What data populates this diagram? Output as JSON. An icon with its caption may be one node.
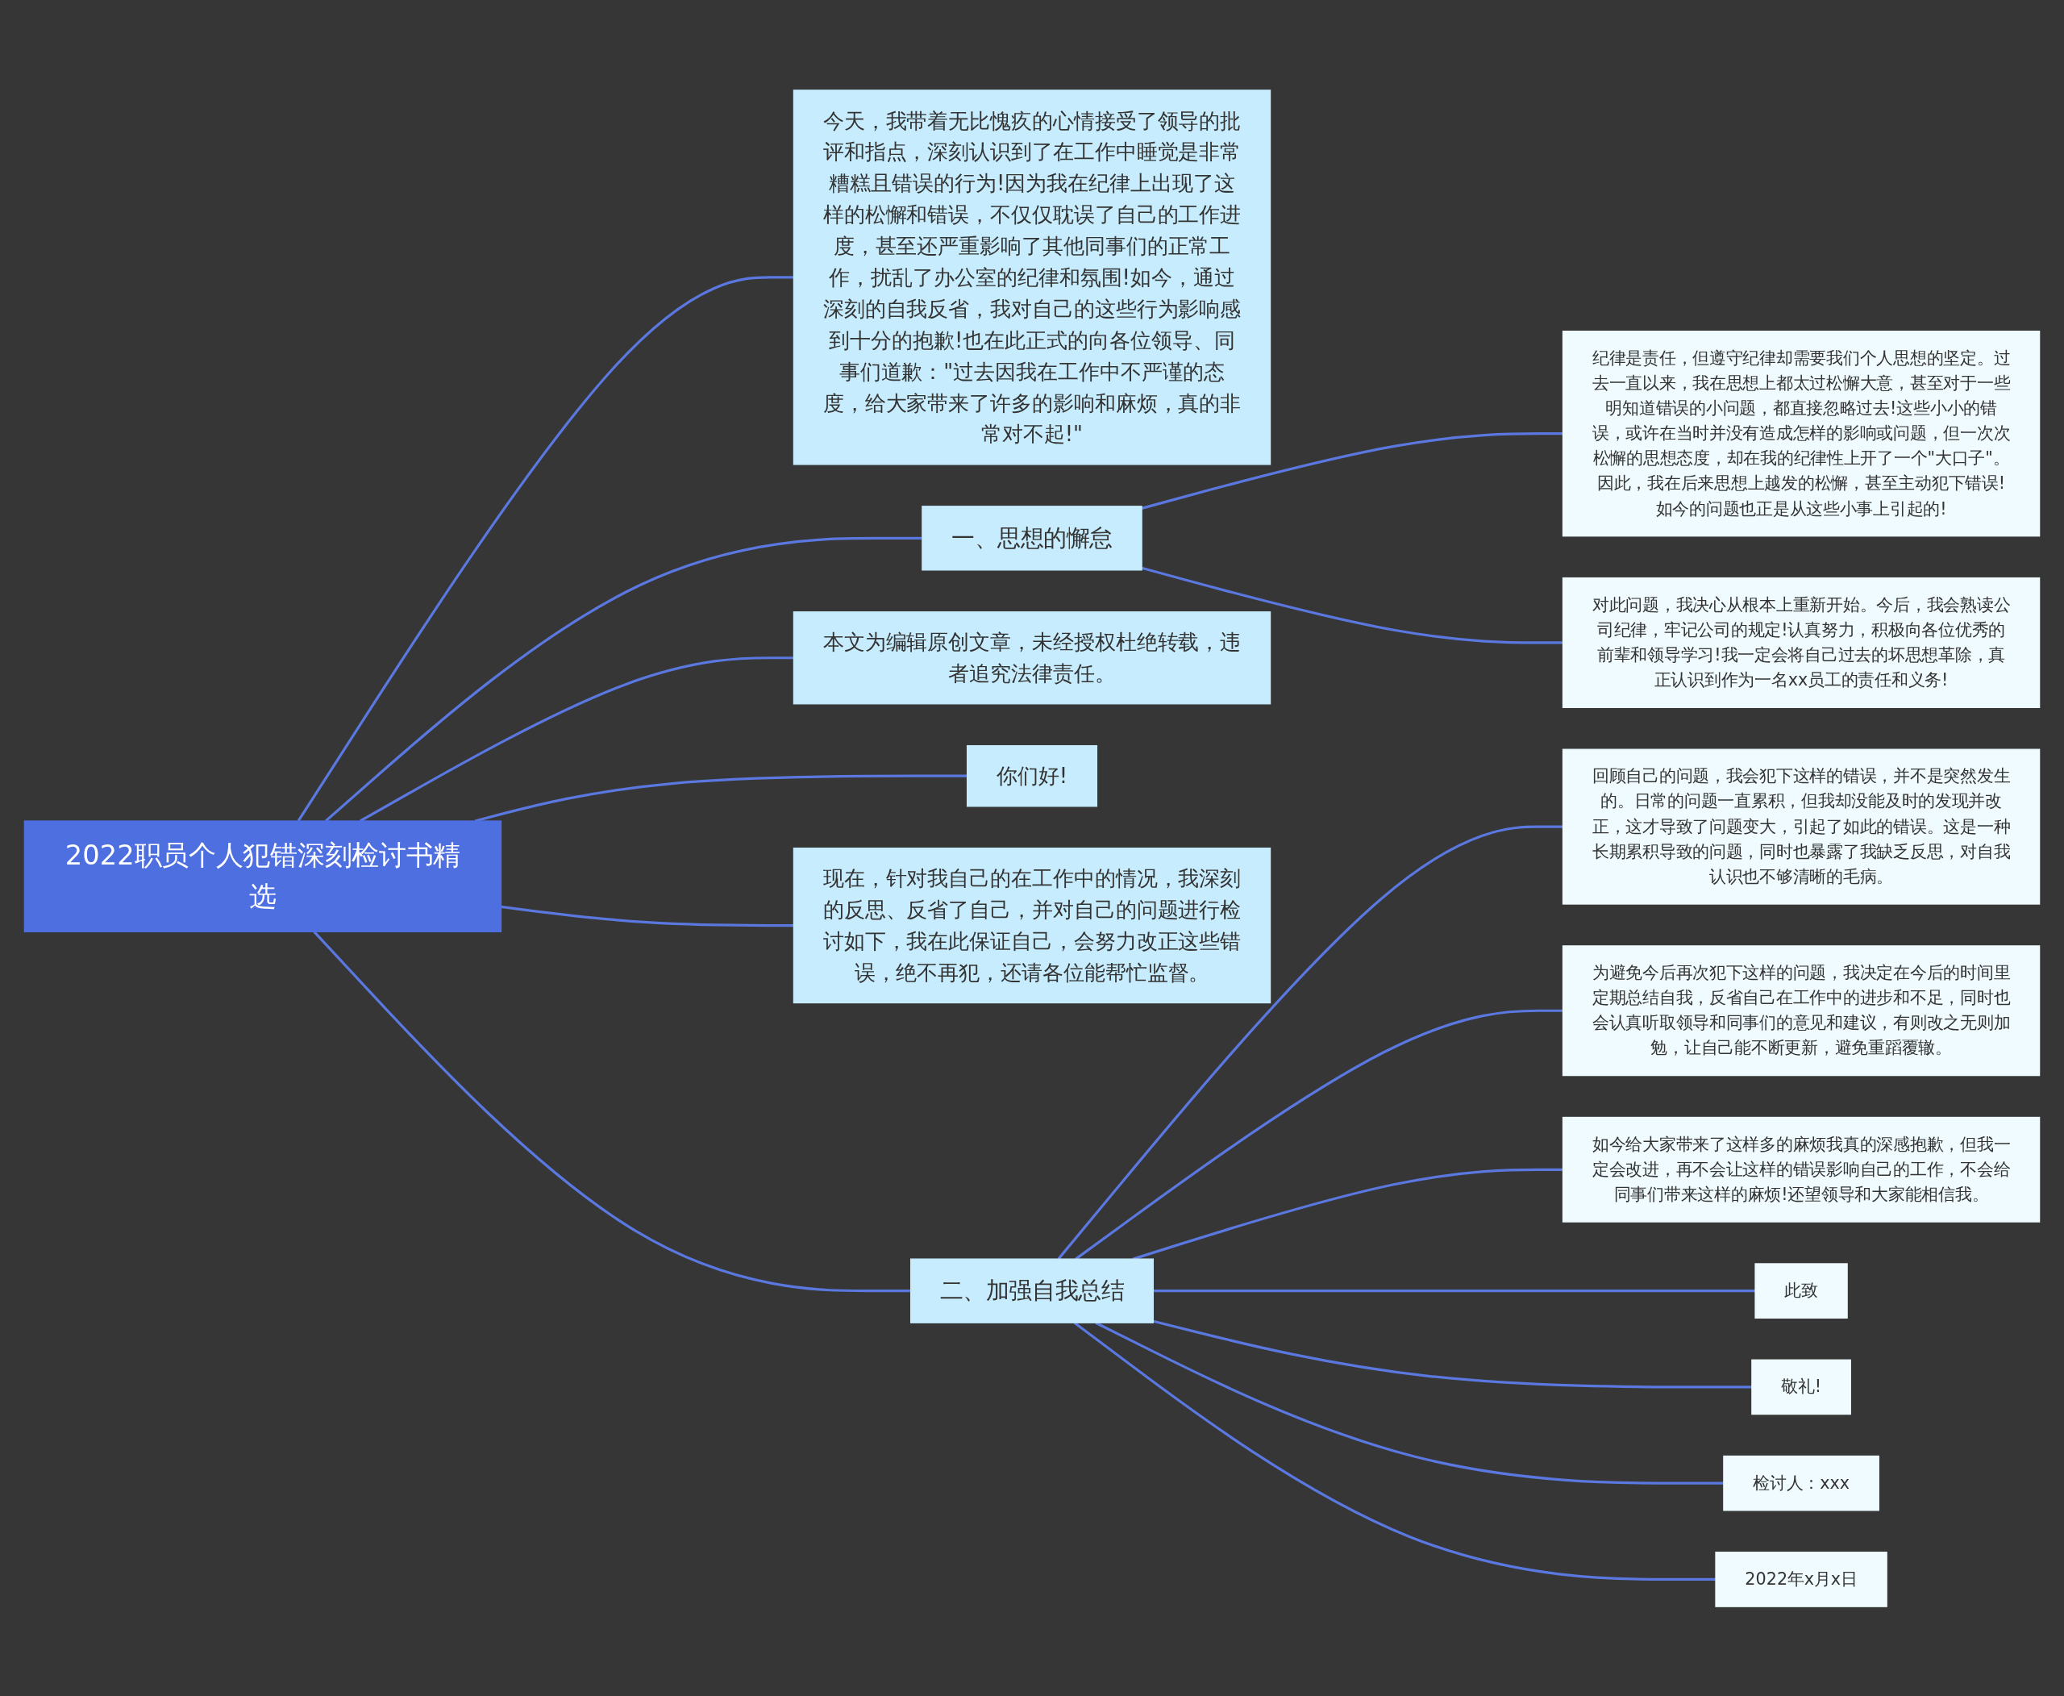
{
  "diagram": {
    "nodes": [
      {
        "text": [
          "2022职员个人犯错深刻检讨书精选"
        ]
      },
      {
        "text": [
          "今天，我带着无比愧疚的心情接受了领导的批评和指点，深刻认识到了在工作中睡觉是非常糟糕且错误的行为!因为我在纪律上出现了这样的松懈和错误，不仅仅耽误了自己的工作进度，甚至还严重影响了其他同事们的正常工作，扰乱了办公室的纪律和氛围!如今，通过深刻的自我反省，我对自己的这些行为影响感到十分的抱歉!也在此正式的向各位领导、同事们道歉：\"过去因我在工作中不严谨的态度，给大家带来了许多的影响和麻烦，真的非常对不起!\""
        ]
      },
      {
        "text": [
          "一、思想的懈怠"
        ]
      },
      {
        "text": [
          "纪律是责任，但遵守纪律却需要我们个人思想的坚定。过去一直以来，我在思想上都太过松懈大意，甚至对于一些明知道错误的小问题，都直接忽略过去!这些小小的错误，或许在当时并没有造成怎样的影响或问题，但一次次松懈的思想态度，却在我的纪律性上开了一个\"大口子\"。因此，我在后来思想上越发的松懈，甚至主动犯下错误!如今的问题也正是从这些小事上引起的!"
        ]
      },
      {
        "text": [
          "对此问题，我决心从根本上重新开始。今后，我会熟读公司纪律，牢记公司的规定!认真努力，积极向各位优秀的前辈和领导学习!我一定会将自己过去的坏思想革除，真正认识到作为一名xx员工的责任和义务!"
        ]
      },
      {
        "text": [
          "本文为编辑原创文章，未经授权杜绝转载，违者追究法律责任。"
        ]
      },
      {
        "text": [
          "你们好!"
        ]
      },
      {
        "text": [
          "现在，针对我自己的在工作中的情况，我深刻的反思、反省了自己，并对自己的问题进行检讨如下，我在此保证自己，会努力改正这些错误，绝不再犯，还请各位能帮忙监督。"
        ]
      },
      {
        "text": [
          "二、加强自我总结"
        ]
      },
      {
        "text": [
          "回顾自己的问题，我会犯下这样的错误，并不是突然发生的。日常的问题一直累积，但我却没能及时的发现并改正，这才导致了问题变大，引起了如此的错误。这是一种长期累积导致的问题，同时也暴露了我缺乏反思，对自我认识也不够清晰的毛病。"
        ]
      },
      {
        "text": [
          "为避免今后再次犯下这样的问题，我决定在今后的时间里定期总结自我，反省自己在工作中的进步和不足，同时也会认真听取领导和同事们的意见和建议，有则改之无则加勉，让自己能不断更新，避免重蹈覆辙。"
        ]
      },
      {
        "text": [
          "如今给大家带来了这样多的麻烦我真的深感抱歉，但我一定会改进，再不会让这样的错误影响自己的工作，不会给同事们带来这样的麻烦!还望领导和大家能相信我。"
        ]
      },
      {
        "text": [
          "此致"
        ]
      },
      {
        "text": [
          "敬礼!"
        ]
      },
      {
        "text": [
          "检讨人：xxx"
        ]
      },
      {
        "text": [
          "2022年x月x日"
        ]
      }
    ],
    "edges": [
      {
        "from": 0,
        "to": 1,
        "arrow": "none"
      },
      {
        "from": 0,
        "to": 2,
        "arrow": "none"
      },
      {
        "from": 2,
        "to": 3,
        "arrow": "none"
      },
      {
        "from": 2,
        "to": 4,
        "arrow": "none"
      },
      {
        "from": 0,
        "to": 5,
        "arrow": "none"
      },
      {
        "from": 0,
        "to": 6,
        "arrow": "none"
      },
      {
        "from": 0,
        "to": 7,
        "arrow": "none"
      },
      {
        "from": 0,
        "to": 8,
        "arrow": "none"
      },
      {
        "from": 8,
        "to": 9,
        "arrow": "none"
      },
      {
        "from": 8,
        "to": 10,
        "arrow": "none"
      },
      {
        "from": 8,
        "to": 11,
        "arrow": "none"
      },
      {
        "from": 8,
        "to": 12,
        "arrow": "none"
      },
      {
        "from": 8,
        "to": 13,
        "arrow": "none"
      },
      {
        "from": 8,
        "to": 14,
        "arrow": "none"
      },
      {
        "from": 8,
        "to": 15,
        "arrow": "none"
      }
    ]
  }
}
